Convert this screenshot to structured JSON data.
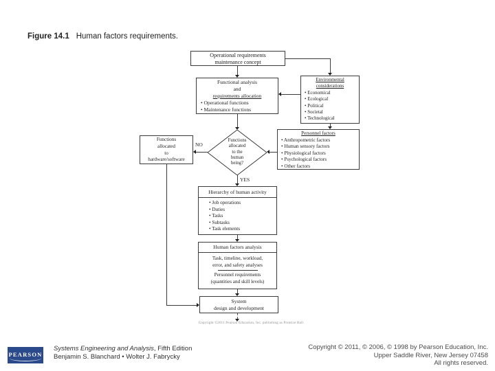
{
  "figure": {
    "label": "Figure 14.1",
    "caption": "Human factors requirements."
  },
  "diagram": {
    "operational": {
      "line1": "Operational requirements",
      "line2": "maintenance concept"
    },
    "functional": {
      "title1": "Functional analysis",
      "title2": "and",
      "title3": "requirements allocation",
      "bullets": [
        "Operational functions",
        "Maintenance functions"
      ]
    },
    "environmental": {
      "title1": "Environmental",
      "title2": "considerations",
      "bullets": [
        "Economical",
        "Ecological",
        "Political",
        "Societal",
        "Technological"
      ]
    },
    "personnel": {
      "title": "Personnel factors",
      "bullets": [
        "Anthropometric factors",
        "Human sensory factors",
        "Physiological factors",
        "Psychological factors",
        "Other factors"
      ]
    },
    "hardware": {
      "line1": "Functions",
      "line2": "allocated",
      "line3": "to",
      "line4": "hardware/software"
    },
    "decision": {
      "line1": "Functions",
      "line2": "allocated",
      "line3": "to the",
      "line4": "human",
      "line5": "being?"
    },
    "no_label": "NO",
    "yes_label": "YES",
    "hierarchy": {
      "title": "Hierarchy of human activity",
      "bullets": [
        "Job operations",
        "Duties",
        "Tasks",
        "Subtasks",
        "Task elements"
      ]
    },
    "analysis": {
      "title": "Human factors analysis",
      "block1_line1": "Task, timeline, workload,",
      "block1_line2": "error, and safety analyses",
      "block2_line1": "Personnel requirements",
      "block2_line2": "(quantities and skill levels)"
    },
    "system": {
      "line1": "System",
      "line2": "design and development"
    },
    "fine_print": "Copyright ©2011 Pearson Education, Inc. publishing as Prentice Hall"
  },
  "footer": {
    "logo_text": "PEARSON",
    "book_title_italic": "Systems Engineering and Analysis",
    "book_title_rest": ", Fifth Edition",
    "authors": "Benjamin S. Blanchard • Wolter J. Fabrycky",
    "copyright_line1": "Copyright © 2011, © 2006, © 1998 by Pearson Education, Inc.",
    "copyright_line2": "Upper Saddle River, New Jersey 07458",
    "copyright_line3": "All rights reserved."
  }
}
